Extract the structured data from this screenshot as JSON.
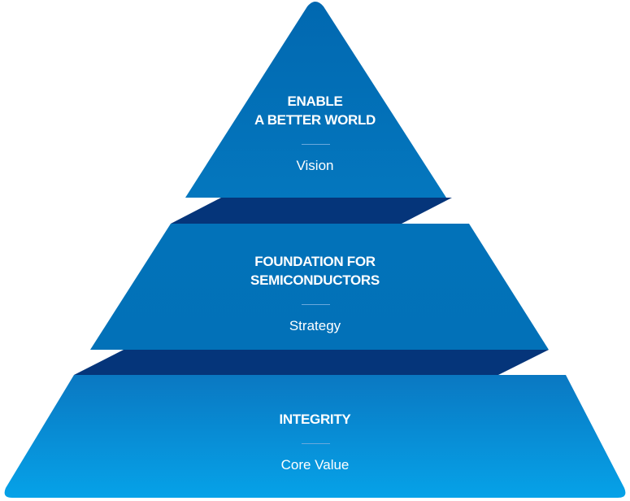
{
  "colors": {
    "tier": "#0271b8",
    "band": "#05357a",
    "base_top": "#0a78c2",
    "base_bottom": "#06a2e8",
    "divider": "#6aa9dc"
  },
  "tiers": [
    {
      "title_lines": [
        "ENABLE",
        "A BETTER WORLD"
      ],
      "subtitle": "Vision"
    },
    {
      "title_lines": [
        "FOUNDATION FOR",
        "SEMICONDUCTORS"
      ],
      "subtitle": "Strategy"
    },
    {
      "title_lines": [
        "INTEGRITY"
      ],
      "subtitle": "Core Value"
    }
  ]
}
